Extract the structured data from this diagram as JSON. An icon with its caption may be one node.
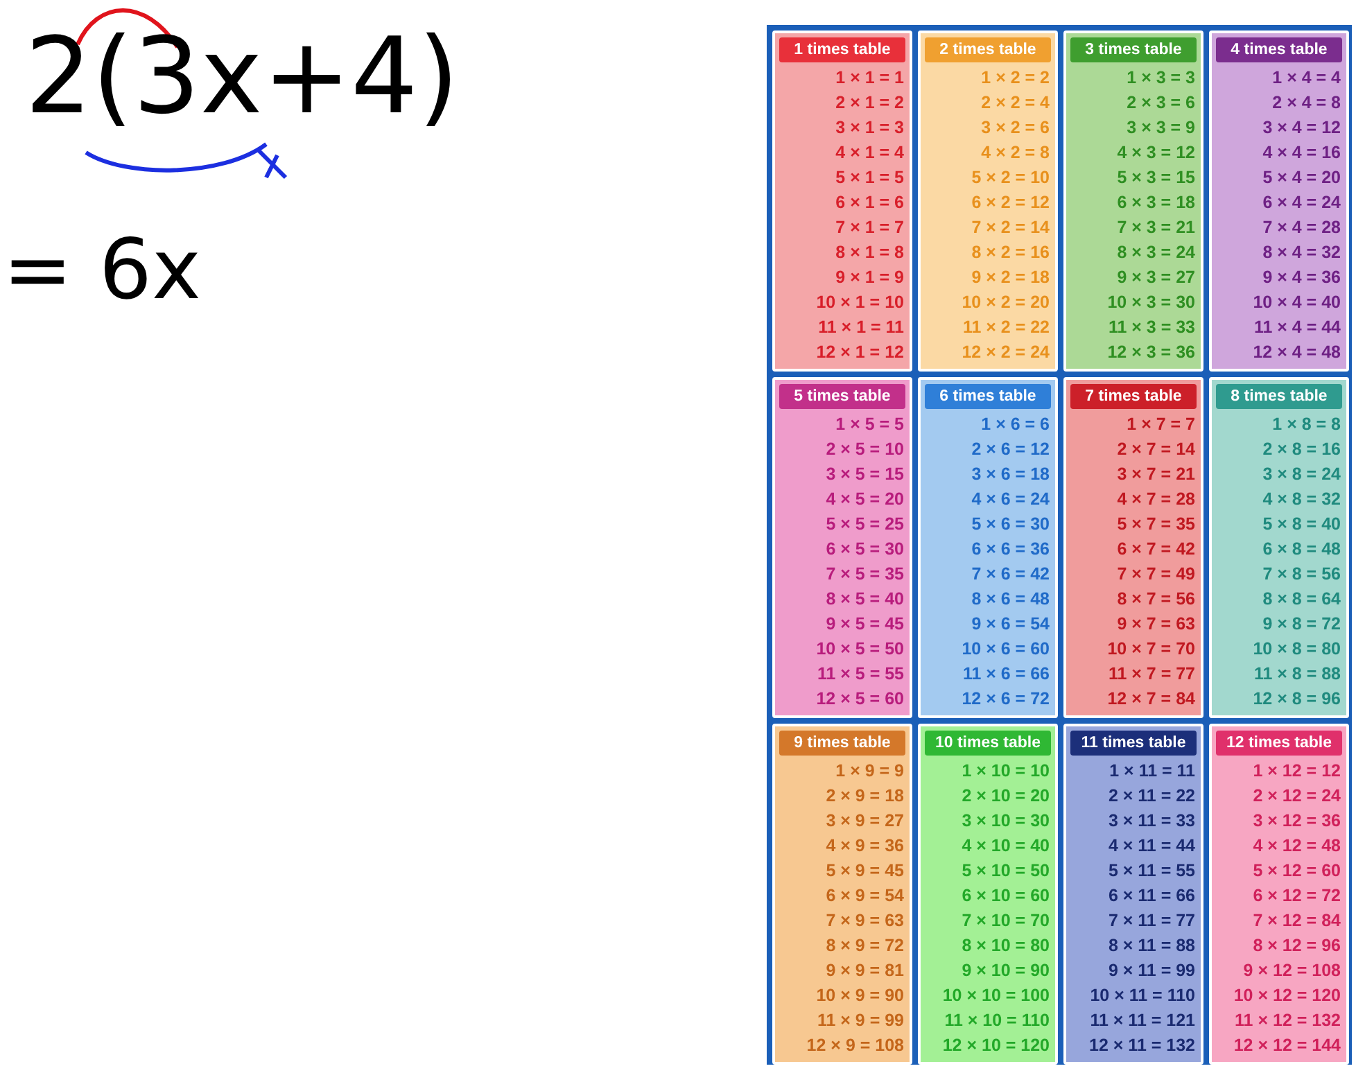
{
  "diagram": {
    "nodes": [
      {
        "text": [
          "1 times table",
          "1 × 1 = 1",
          "2 × 1 = 2",
          "3 × 1 = 3",
          "4 × 1 = 4",
          "5 × 1 = 5",
          "6 × 1 = 6",
          "7 × 1 = 7",
          "8 × 1 = 8",
          "9 × 1 = 9",
          "10 × 1 = 10",
          "11 × 1 = 11",
          "12 × 1 = 12"
        ]
      },
      {
        "text": [
          "2 times table",
          "1 × 2 = 2",
          "2 × 2 = 4",
          "3 × 2 = 6",
          "4 × 2 = 8",
          "5 × 2 = 10",
          "6 × 2 = 12",
          "7 × 2 = 14",
          "8 × 2 = 16",
          "9 × 2 = 18",
          "10 × 2 = 20",
          "11 × 2 = 22",
          "12 × 2 = 24"
        ]
      },
      {
        "text": [
          "3 times table",
          "1 × 3 = 3",
          "2 × 3 = 6",
          "3 × 3 = 9",
          "4 × 3 = 12",
          "5 × 3 = 15",
          "6 × 3 = 18",
          "7 × 3 = 21",
          "8 × 3 = 24",
          "9 × 3 = 27",
          "10 × 3 = 30",
          "11 × 3 = 33",
          "12 × 3 = 36"
        ]
      },
      {
        "text": [
          "4 times table",
          "1 × 4 = 4",
          "2 × 4 = 8",
          "3 × 4 = 12",
          "4 × 4 = 16",
          "5 × 4 = 20",
          "6 × 4 = 24",
          "7 × 4 = 28",
          "8 × 4 = 32",
          "9 × 4 = 36",
          "10 × 4 = 40",
          "11 × 4 = 44",
          "12 × 4 = 48"
        ]
      },
      {
        "text": [
          "5 times table",
          "1 × 5 = 5",
          "2 × 5 = 10",
          "3 × 5 = 15",
          "4 × 5 = 20",
          "5 × 5 = 25",
          "6 × 5 = 30",
          "7 × 5 = 35",
          "8 × 5 = 40",
          "9 × 5 = 45",
          "10 × 5 = 50",
          "11 × 5 = 55",
          "12 × 5 = 60"
        ]
      },
      {
        "text": [
          "6 times table",
          "1 × 6 = 6",
          "2 × 6 = 12",
          "3 × 6 = 18",
          "4 × 6 = 24",
          "5 × 6 = 30",
          "6 × 6 = 36",
          "7 × 6 = 42",
          "8 × 6 = 48",
          "9 × 6 = 54",
          "10 × 6 = 60",
          "11 × 6 = 66",
          "12 × 6 = 72"
        ]
      },
      {
        "text": [
          "7 times table",
          "1 × 7 = 7",
          "2 × 7 = 14",
          "3 × 7 = 21",
          "4 × 7 = 28",
          "5 × 7 = 35",
          "6 × 7 = 42",
          "7 × 7 = 49",
          "8 × 7 = 56",
          "9 × 7 = 63",
          "10 × 7 = 70",
          "11 × 7 = 77",
          "12 × 7 = 84"
        ]
      },
      {
        "text": [
          "8 times table",
          "1 × 8 = 8",
          "2 × 8 = 16",
          "3 × 8 = 24",
          "4 × 8 = 32",
          "5 × 8 = 40",
          "6 × 8 = 48",
          "7 × 8 = 56",
          "8 × 8 = 64",
          "9 × 8 = 72",
          "10 × 8 = 80",
          "11 × 8 = 88",
          "12 × 8 = 96"
        ]
      },
      {
        "text": [
          "9 times table",
          "1 × 9 = 9",
          "2 × 9 = 18",
          "3 × 9 = 27",
          "4 × 9 = 36",
          "5 × 9 = 45",
          "6 × 9 = 54",
          "7 × 9 = 63",
          "8 × 9 = 72",
          "9 × 9 = 81",
          "10 × 9 = 90",
          "11 × 9 = 99",
          "12 × 9 = 108"
        ]
      },
      {
        "text": [
          "10 times table",
          "1 × 10 = 10",
          "2 × 10 = 20",
          "3 × 10 = 30",
          "4 × 10 = 40",
          "5 × 10 = 50",
          "6 × 10 = 60",
          "7 × 10 = 70",
          "8 × 10 = 80",
          "9 × 10 = 90",
          "10 × 10 = 100",
          "11 × 10 = 110",
          "12 × 10 = 120"
        ]
      },
      {
        "text": [
          "11 times table",
          "1 × 11 = 11",
          "2 × 11 = 22",
          "3 × 11 = 33",
          "4 × 11 = 44",
          "5 × 11 = 55",
          "6 × 11 = 66",
          "7 × 11 = 77",
          "8 × 11 = 88",
          "9 × 11 = 99",
          "10 × 11 = 110",
          "11 × 11 = 121",
          "12 × 11 = 132"
        ]
      },
      {
        "text": [
          "12 times table",
          "1 × 12 = 12",
          "2 × 12 = 24",
          "3 × 12 = 36",
          "4 × 12 = 48",
          "5 × 12 = 60",
          "6 × 12 = 72",
          "7 × 12 = 84",
          "8 × 12 = 96",
          "9 × 12 = 108",
          "10 × 12 = 120",
          "11 × 12 = 132",
          "12 × 12 = 144"
        ]
      }
    ],
    "labels": [
      "2(3x+4)",
      "= 6x"
    ]
  }
}
